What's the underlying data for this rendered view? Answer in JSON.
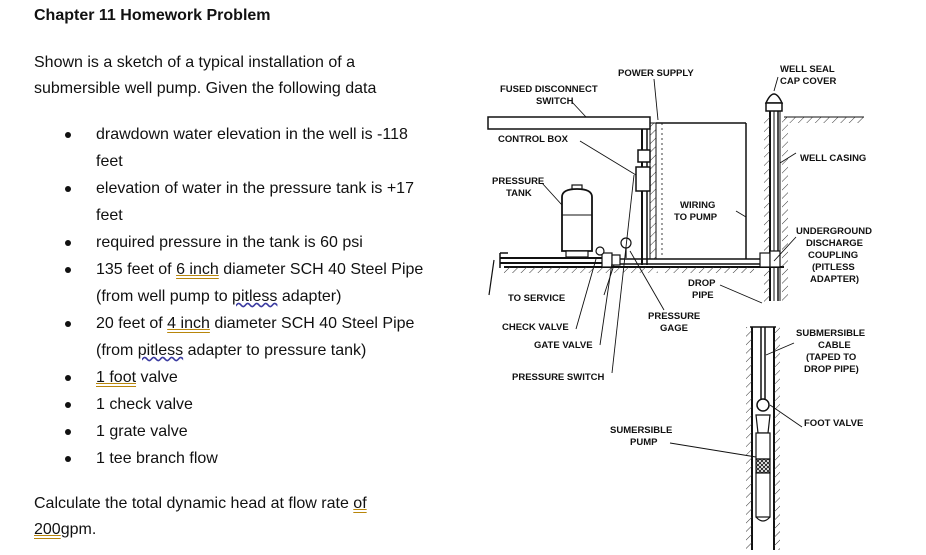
{
  "doc": {
    "title": "Chapter 11 Homework Problem",
    "intro_1": "Shown is a sketch of a typical installation of a",
    "intro_2": "submersible well pump.   Given the following data",
    "bullets": {
      "b1a": "drawdown water elevation in the well is -118",
      "b1b": "feet",
      "b2a": "elevation of water in the pressure tank is +17",
      "b2b": "feet",
      "b3": "required pressure in the tank is 60 psi",
      "b4a_pre": "135 feet of ",
      "b4a_u": "6 inch",
      "b4a_post": " diameter SCH 40 Steel Pipe",
      "b4b_pre": "(from well pump to ",
      "b4b_u": "pitless",
      "b4b_post": " adapter)",
      "b5a_pre": "20 feet of ",
      "b5a_u": "4 inch",
      "b5a_post": " diameter SCH 40 Steel Pipe",
      "b5b_pre": "(from ",
      "b5b_u": "pitless",
      "b5b_post": " adapter to pressure tank)",
      "b6_u": "1 foot",
      "b6_post": " valve",
      "b7": "1 check valve",
      "b8": "1 grate valve",
      "b9": "1 tee branch flow"
    },
    "closing_pre": "Calculate the total dynamic head at flow rate ",
    "closing_u1": "of",
    "closing_u2": "200",
    "closing_post": "gpm."
  },
  "diagram": {
    "power_supply": "POWER SUPPLY",
    "well_seal_1": "WELL SEAL",
    "well_seal_2": "CAP COVER",
    "fused_1": "FUSED DISCONNECT",
    "fused_2": "SWITCH",
    "control_box": "CONTROL BOX",
    "well_casing": "WELL CASING",
    "pressure_tank_1": "PRESSURE",
    "pressure_tank_2": "TANK",
    "wiring_1": "WIRING",
    "wiring_2": "TO PUMP",
    "underground_1": "UNDERGROUND",
    "underground_2": "DISCHARGE",
    "underground_3": "COUPLING",
    "underground_4": "(PITLESS",
    "underground_5": "ADAPTER)",
    "drop_pipe_1": "DROP",
    "drop_pipe_2": "PIPE",
    "to_service": "TO SERVICE",
    "pressure_gage_1": "PRESSURE",
    "pressure_gage_2": "GAGE",
    "check_valve": "CHECK VALVE",
    "gate_valve": "GATE VALVE",
    "submersible_cable_1": "SUBMERSIBLE",
    "submersible_cable_2": "CABLE",
    "submersible_cable_3": "(TAPED TO",
    "submersible_cable_4": "DROP PIPE)",
    "pressure_switch": "PRESSURE SWITCH",
    "foot_valve": "FOOT VALVE",
    "submersible_pump_1": "SUMERSIBLE",
    "submersible_pump_2": "PUMP"
  }
}
